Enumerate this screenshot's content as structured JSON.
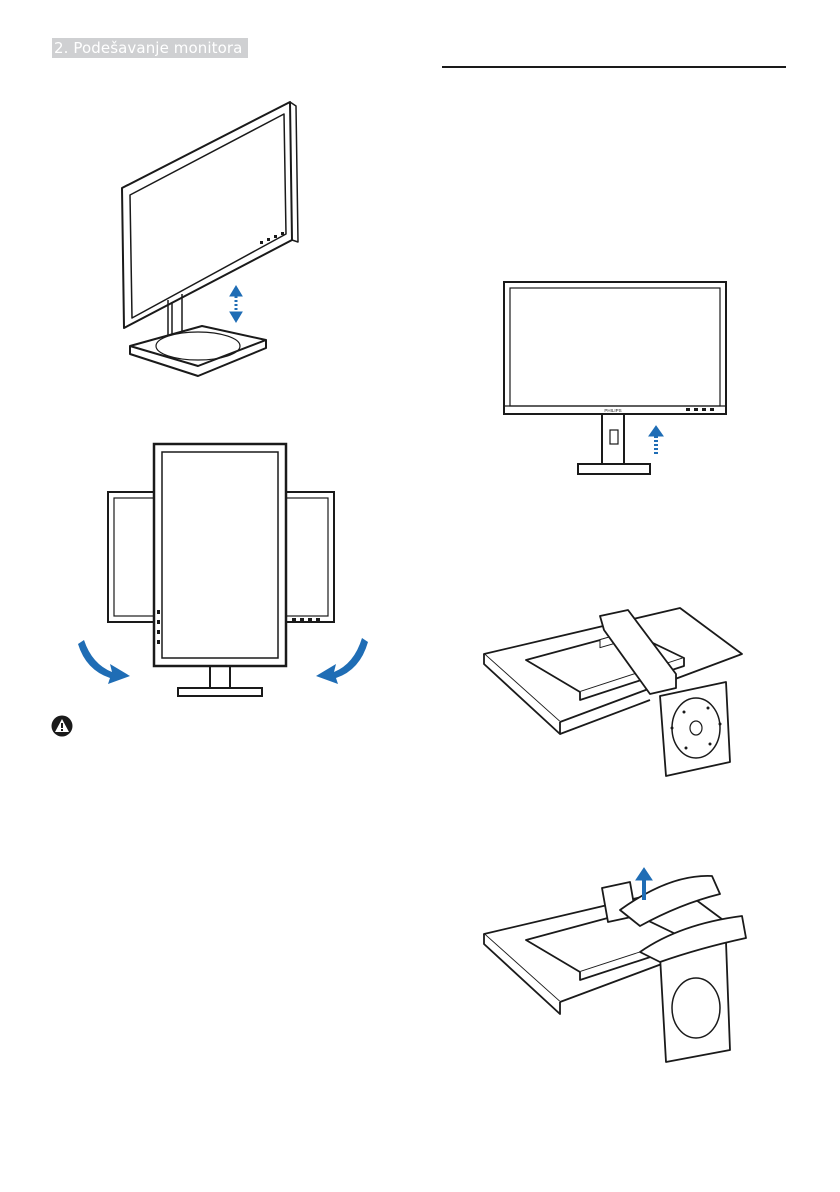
{
  "header": {
    "section_title": "2. Podešavanje monitora"
  },
  "figures": {
    "height_adjust_icon": "double-arrow-vertical",
    "pivot_icon": "curved-arrows-rotation",
    "front_remove_stand_icon": "up-arrow",
    "stand_release_icon": "up-arrow"
  },
  "front_view_monitor": {
    "brand_label": "PHILIPS"
  },
  "colors": {
    "accent_blue": "#1f6db5",
    "line_art": "#1a1a1a",
    "tab_gray": "#cfd0d2"
  },
  "warning": {
    "icon": "warning-triangle-icon"
  }
}
